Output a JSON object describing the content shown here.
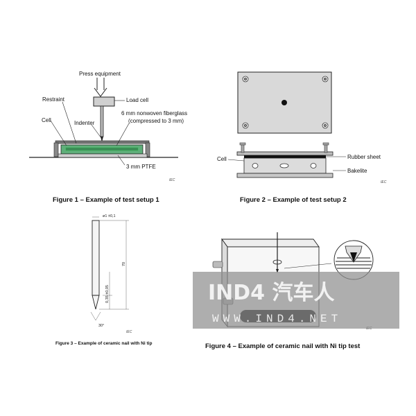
{
  "figure1": {
    "caption": "Figure 1 – Example of test setup 1",
    "iec": "IEC",
    "labels": {
      "press": "Press equipment",
      "load_cell": "Load cell",
      "restraint": "Restraint",
      "fiberglass_1": "6 mm nonwoven fiberglass",
      "fiberglass_2": "(compressed to 3 mm)",
      "indenter": "Indenter",
      "cell": "Cell",
      "ptfe": "3 mm PTFE"
    }
  },
  "figure2": {
    "caption": "Figure 2 – Example of test setup 2",
    "iec": "IEC",
    "labels": {
      "cell": "Cell",
      "rubber": "Rubber sheet",
      "bakelite": "Bakelite"
    }
  },
  "figure3": {
    "caption": "Figure 3 – Example of ceramic nail with Ni tip",
    "iec": "IEC",
    "dims": {
      "diameter": "ø1 ±0,1",
      "length": "70",
      "tip": "0,35 ±0,05",
      "angle": "30°"
    }
  },
  "figure4": {
    "caption": "Figure 4 – Example of ceramic nail with Ni tip test",
    "iec": "IEC"
  },
  "watermark": {
    "top": "IND4 汽车人",
    "bottom": "WWW.IND4.NET"
  },
  "colors": {
    "cell_green": "#5fae7a",
    "line": "#222222",
    "gray_fill": "#d9d9d9",
    "watermark_bg": "#8f8f8f"
  }
}
